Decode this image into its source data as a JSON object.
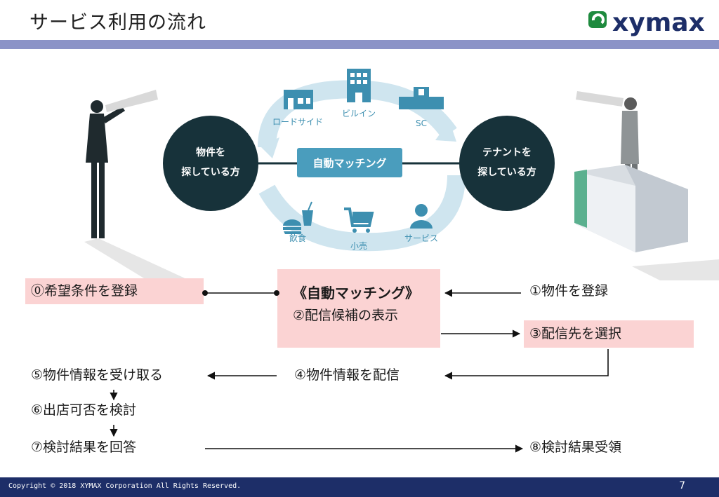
{
  "header": {
    "title": "サービス利用の流れ",
    "logo_text": "xymax"
  },
  "diagram": {
    "left_circle": [
      "物件を",
      "探している方"
    ],
    "right_circle": [
      "テナントを",
      "探している方"
    ],
    "center_label": "自動マッチング",
    "categories": [
      {
        "label": "ロードサイド",
        "icon": "store-icon"
      },
      {
        "label": "ビルイン",
        "icon": "building-icon"
      },
      {
        "label": "SC",
        "icon": "mall-icon"
      },
      {
        "label": "飲食",
        "icon": "food-icon"
      },
      {
        "label": "小売",
        "icon": "cart-icon"
      },
      {
        "label": "サービス",
        "icon": "person-icon"
      }
    ]
  },
  "flow": {
    "step0": "⓪希望条件を登録",
    "center_title": "《自動マッチング》",
    "step2": "②配信候補の表示",
    "step1": "①物件を登録",
    "step3": "③配信先を選択",
    "step4": "④物件情報を配信",
    "step5": "⑤物件情報を受け取る",
    "step6": "⑥出店可否を検討",
    "step7": "⑦検討結果を回答",
    "step8": "⑧検討結果受領"
  },
  "footer": {
    "copyright": "Copyright © 2018 XYMAX Corporation All Rights Reserved.",
    "page": "7"
  },
  "colors": {
    "accent_bar": "#8b93c7",
    "footer": "#1d2e68",
    "circle": "#17323a",
    "teal": "#4a9dbd",
    "pink": "#fbd3d3"
  }
}
